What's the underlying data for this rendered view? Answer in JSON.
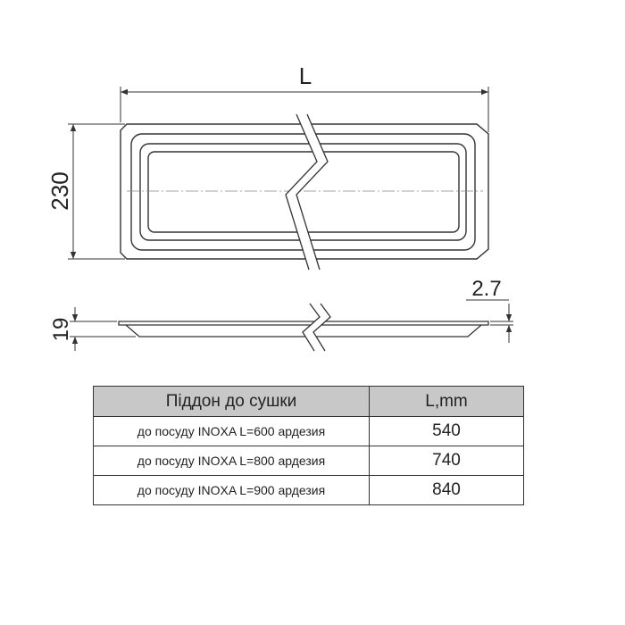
{
  "drawing": {
    "dim_length_label": "L",
    "dim_width_label": "230",
    "dim_height_label": "19",
    "dim_rim_label": "2.7"
  },
  "table": {
    "headers": [
      "Піддон до сушки",
      "L,mm"
    ],
    "rows": [
      {
        "name": "до посуду INOXA L=600 ардезия",
        "value": "540"
      },
      {
        "name": "до посуду INOXA L=800 ардезия",
        "value": "740"
      },
      {
        "name": "до посуду INOXA L=900 ардезия",
        "value": "840"
      }
    ]
  }
}
